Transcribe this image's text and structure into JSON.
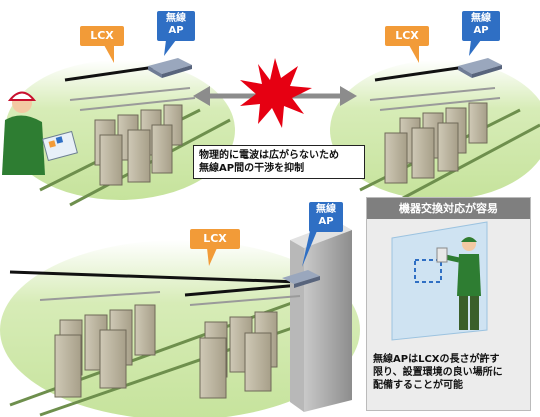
{
  "top_left": {
    "lcx_label": "LCX",
    "ap_label_line1": "無線",
    "ap_label_line2": "AP"
  },
  "top_right": {
    "lcx_label": "LCX",
    "ap_label_line1": "無線",
    "ap_label_line2": "AP"
  },
  "center_note": {
    "line1": "物理的に電波は広がらないため",
    "line2": "無線AP間の干渉を抑制"
  },
  "bottom_left": {
    "lcx_label": "LCX",
    "ap_label_line1": "無線",
    "ap_label_line2": "AP"
  },
  "right_panel": {
    "title": "機器交換対応が容易",
    "line1": "無線APはLCXの長さが許す",
    "line2": "限り、設置環境の良い場所に",
    "line3": "配備することが可能"
  },
  "colors": {
    "lcx_callout": "#f29b38",
    "ap_callout": "#2f6fc4",
    "floor": "#c8e6a0",
    "panel_title": "#7f7f7f",
    "burst": "#e60012"
  }
}
